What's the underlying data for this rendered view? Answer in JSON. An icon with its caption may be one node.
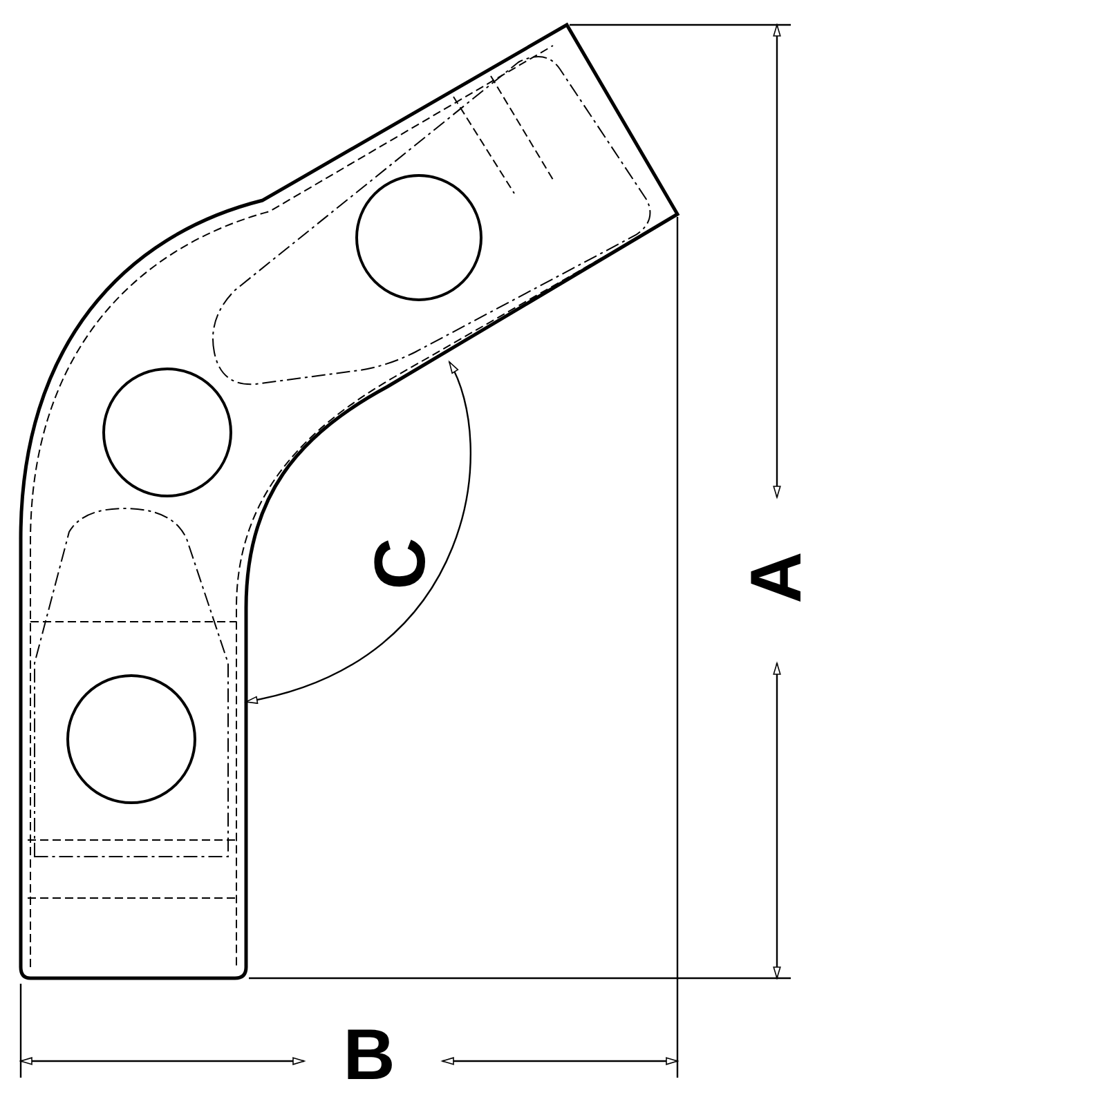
{
  "diagram": {
    "labels": [
      "C",
      "A",
      "B"
    ]
  }
}
